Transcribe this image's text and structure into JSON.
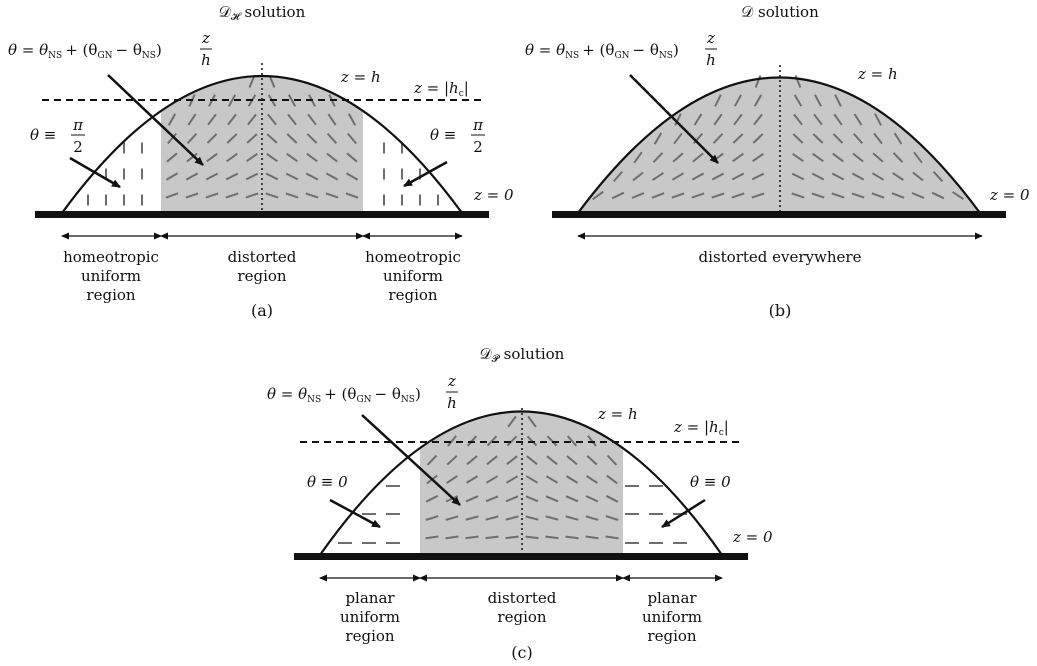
{
  "panel_a": {
    "title_math": "𝒟",
    "title_sub": "𝓗",
    "title_rest": "solution",
    "formula_lhs": "θ = θ",
    "formula_ns": "NS",
    "formula_mid": "+ (θ",
    "formula_gn": "GN",
    "formula_minus": "− θ",
    "formula_ns2": "NS",
    "formula_close": ")",
    "formula_num": "z",
    "formula_den": "h",
    "z_h": "z = h",
    "z_hc_main": "z = |h",
    "z_hc_sub": "c",
    "z_hc_close": "|",
    "z_0": "z = 0",
    "theta_left_pre": "θ ≡",
    "theta_num": "π",
    "theta_den": "2",
    "theta_right_pre": "θ ≡",
    "region_left": [
      "homeotropic",
      "uniform",
      "region"
    ],
    "region_mid": [
      "distorted",
      "region"
    ],
    "region_right": [
      "homeotropic",
      "uniform",
      "region"
    ],
    "caption": "(a)"
  },
  "panel_b": {
    "title_math": "𝒟",
    "title_rest": "solution",
    "formula_lhs": "θ = θ",
    "formula_ns": "NS",
    "formula_mid": "+ (θ",
    "formula_gn": "GN",
    "formula_minus": "− θ",
    "formula_ns2": "NS",
    "formula_close": ")",
    "formula_num": "z",
    "formula_den": "h",
    "z_h": "z = h",
    "z_0": "z = 0",
    "region": "distorted everywhere",
    "caption": "(b)"
  },
  "panel_c": {
    "title_math": "𝒟",
    "title_sub": "𝓟",
    "title_rest": "solution",
    "formula_lhs": "θ = θ",
    "formula_ns": "NS",
    "formula_mid": "+ (θ",
    "formula_gn": "GN",
    "formula_minus": "− θ",
    "formula_ns2": "NS",
    "formula_close": ")",
    "formula_num": "z",
    "formula_den": "h",
    "z_h": "z = h",
    "z_hc_main": "z = |h",
    "z_hc_sub": "c",
    "z_hc_close": "|",
    "z_0": "z = 0",
    "theta_left": "θ ≡ 0",
    "theta_right": "θ ≡ 0",
    "region_left": [
      "planar",
      "uniform",
      "region"
    ],
    "region_mid": [
      "distorted",
      "region"
    ],
    "region_right": [
      "planar",
      "uniform",
      "region"
    ],
    "caption": "(c)"
  },
  "colors": {
    "shade": "#c8c8c8",
    "director": "#6e6e6e",
    "line": "#111111"
  }
}
